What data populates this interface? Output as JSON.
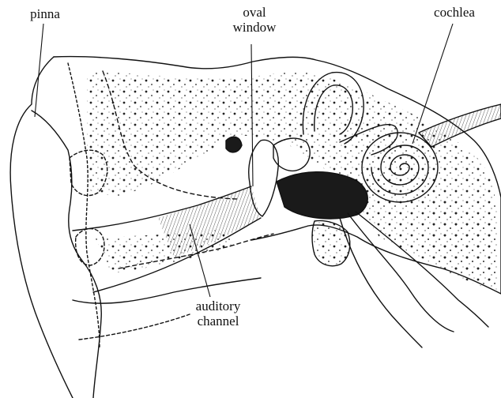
{
  "labels": {
    "pinna": "pinna",
    "oval_window": "oval\nwindow",
    "cochlea": "cochlea",
    "auditory_channel": "auditory\nchannel"
  },
  "colors": {
    "ink": "#111111",
    "paper": "#ffffff",
    "dark_fill": "#1a1a1a"
  }
}
